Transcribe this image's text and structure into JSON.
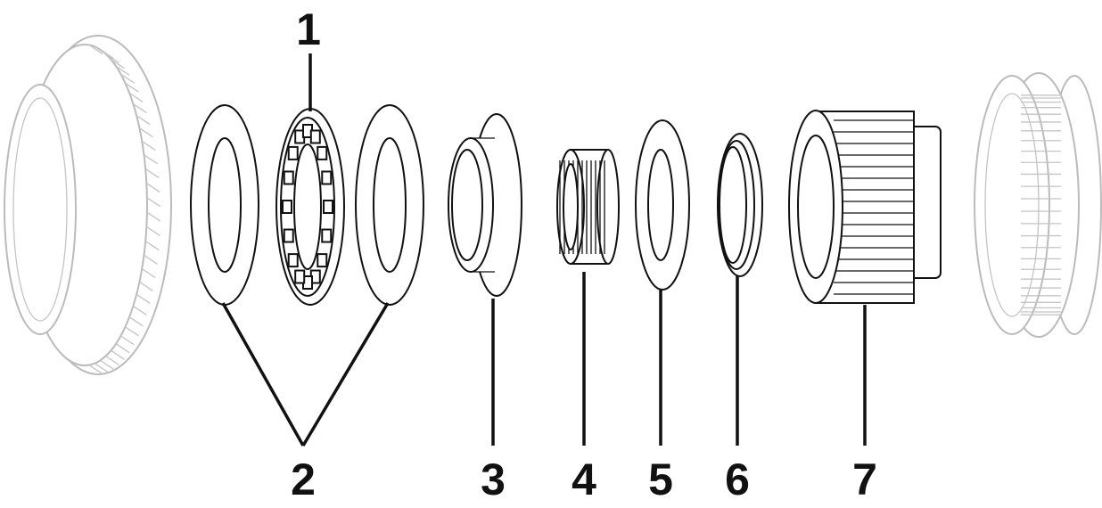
{
  "callouts": [
    {
      "id": "1",
      "label": "1"
    },
    {
      "id": "2",
      "label": "2"
    },
    {
      "id": "3",
      "label": "3"
    },
    {
      "id": "4",
      "label": "4"
    },
    {
      "id": "5",
      "label": "5"
    },
    {
      "id": "6",
      "label": "6"
    },
    {
      "id": "7",
      "label": "7"
    }
  ],
  "colors": {
    "line": "#111111",
    "ghost": "#bbbbbb",
    "background": "#ffffff"
  }
}
